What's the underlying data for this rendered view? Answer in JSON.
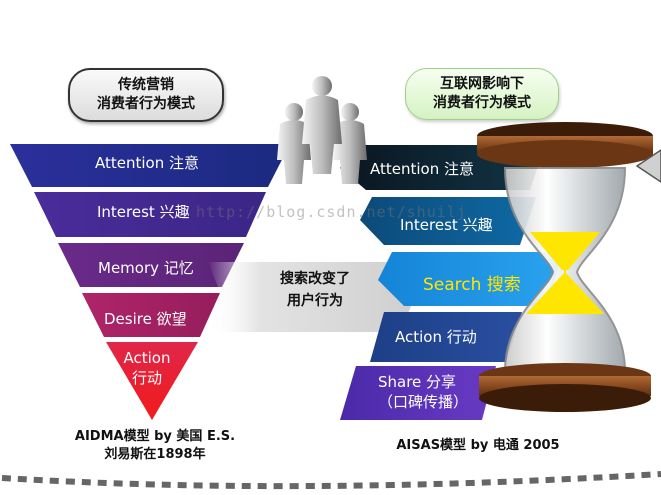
{
  "left_header": {
    "line1": "传统营销",
    "line2": "消费者行为模式"
  },
  "right_header": {
    "line1": "互联网影响下",
    "line2": "消费者行为模式"
  },
  "aidma": {
    "stages": [
      "Attention 注意",
      "Interest  兴趣",
      "Memory 记忆",
      "Desire  欲望"
    ],
    "last_line1": "Action",
    "last_line2": "行动",
    "caption_line1": "AIDMA模型 by 美国 E.S.",
    "caption_line2": "刘易斯在1898年"
  },
  "aisas": {
    "stages": [
      "Attention 注意",
      "Interest  兴趣",
      "Search 搜索",
      "Action  行动"
    ],
    "last_line1": "Share 分享",
    "last_line2": "（口碑传播）",
    "caption": "AISAS模型  by 电通 2005"
  },
  "middle": {
    "line1": "搜索改变了",
    "line2": "用户行为"
  },
  "watermark": "http://blog.csdn.net/shuilj",
  "icons": [
    "people-group-icon",
    "hourglass-icon",
    "cursor-arrow-icon"
  ],
  "colors": {
    "search_highlight": "#ffe600",
    "funnel_top": "#1c2a86",
    "funnel_bottom": "#e8202b"
  }
}
